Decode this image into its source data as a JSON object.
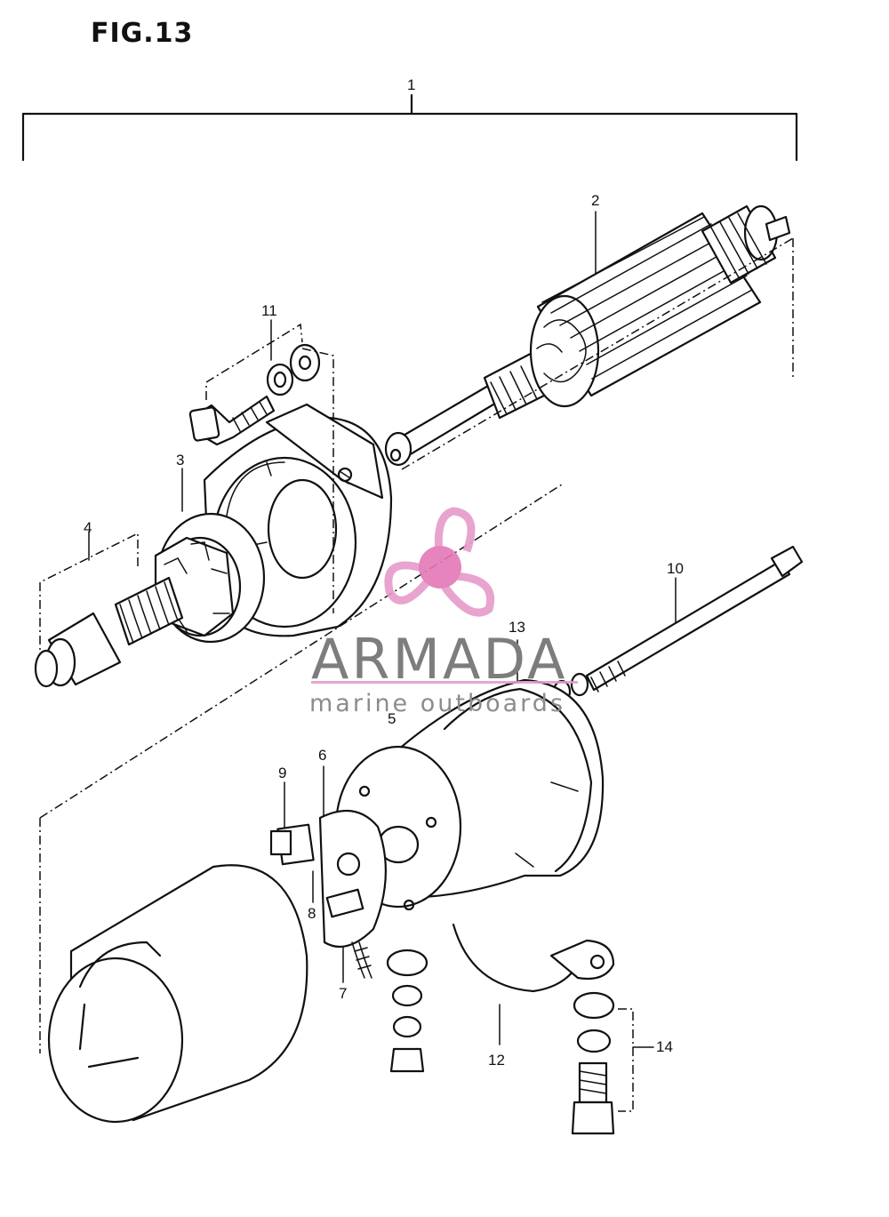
{
  "figure": {
    "title": "FIG.13"
  },
  "callouts": [
    {
      "id": "1",
      "label": "1"
    },
    {
      "id": "2",
      "label": "2"
    },
    {
      "id": "3",
      "label": "3"
    },
    {
      "id": "4",
      "label": "4"
    },
    {
      "id": "5",
      "label": "5"
    },
    {
      "id": "6",
      "label": "6"
    },
    {
      "id": "7",
      "label": "7"
    },
    {
      "id": "8",
      "label": "8"
    },
    {
      "id": "9",
      "label": "9"
    },
    {
      "id": "10",
      "label": "10"
    },
    {
      "id": "11",
      "label": "11"
    },
    {
      "id": "12",
      "label": "12"
    },
    {
      "id": "13",
      "label": "13"
    },
    {
      "id": "14",
      "label": "14"
    }
  ],
  "watermark": {
    "brand": "ARMADA",
    "tagline": "marine outboards",
    "logo_icon": "propeller-icon",
    "colors": {
      "logo_pink": "#e69bc9",
      "logo_pink_dark": "#e377b6",
      "text_gray": "#7d7d7d"
    }
  }
}
